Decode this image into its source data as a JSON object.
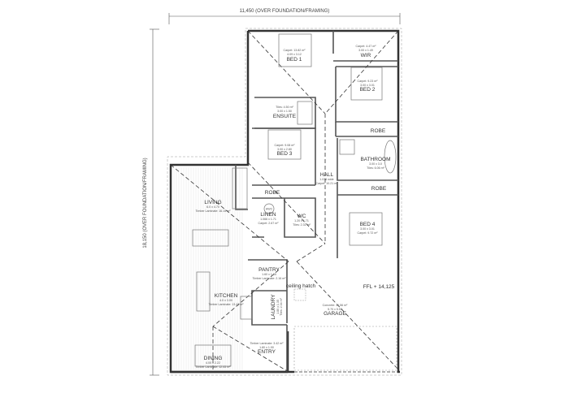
{
  "dimensions": {
    "width_label": "11,450 (OVER FOUNDATION/FRAMING)",
    "depth_label": "18,150 (OVER FOUNDATION/FRAMING)"
  },
  "floor_level": "FFL + 14,125",
  "ceiling_hatch": "ceiling hatch",
  "rooms": {
    "bed1": {
      "name": "BED 1",
      "floor": "Carpet: 13.82 m²",
      "size": "4.09 x 3.12"
    },
    "wir": {
      "name": "WIR",
      "floor": "Carpet: 4.47 m²",
      "size": "3.00 x 1.49"
    },
    "bed2": {
      "name": "BED 2",
      "floor": "Carpet: 9.23 m²",
      "size": "3.00 x 3.01"
    },
    "ensuite": {
      "name": "ENSUITE",
      "floor": "Tiles: 4.50 m²",
      "size": "3.00 x 1.50"
    },
    "robe1": {
      "name": "ROBE"
    },
    "bed3": {
      "name": "BED 3",
      "floor": "Carpet: 9.08 m²",
      "size": "3.00 x 2.80"
    },
    "bathroom": {
      "name": "BATHROOM",
      "floor": "Tiles: 6.06 m²",
      "size": "3.00 x 3.0"
    },
    "hall": {
      "name": "HALL",
      "size": "1.036 wide",
      "floor": "Carpet: 10.21 m²"
    },
    "robe2": {
      "name": "ROBE"
    },
    "robe3": {
      "name": "ROBE"
    },
    "linen": {
      "name": "LINEN",
      "size": "1.066 x 1.71",
      "floor": "Carpet: 2.67 m²"
    },
    "wc": {
      "name": "WC",
      "size": "1.20 x 1.71",
      "floor": "Tiles: 2.31 m²"
    },
    "hwc": {
      "name": "HWC"
    },
    "bed4": {
      "name": "BED 4",
      "size": "3.00 x 3.01",
      "floor": "Carpet: 9.72 m²"
    },
    "living": {
      "name": "LIVING",
      "size": "6.0 x 4.70",
      "floor": "Timber Laminate: 16.15 m²"
    },
    "pantry": {
      "name": "PANTRY",
      "size": "1.60 x 1.35",
      "floor": "Timber Laminate: 2.16 m²"
    },
    "kitchen": {
      "name": "KITCHEN",
      "size": "4.0 x 3.00",
      "floor": "Timber Laminate: 13.43 m²"
    },
    "laundry": {
      "name": "LAUNDRY",
      "size": "1.80 x 1.35",
      "floor": "Tiles: 2.34 m²"
    },
    "garage": {
      "name": "GARAGE",
      "floor": "Concrete: 31.56 m²",
      "size": "5.70 x 5.53"
    },
    "entry": {
      "name": "ENTRY",
      "floor": "Timber Laminate: 3.42 m²",
      "size": "1.80 x 1.90"
    },
    "dining": {
      "name": "DINING",
      "size": "4.00 x 2.22",
      "floor": "Timber Laminate: 12.45 m²"
    }
  }
}
